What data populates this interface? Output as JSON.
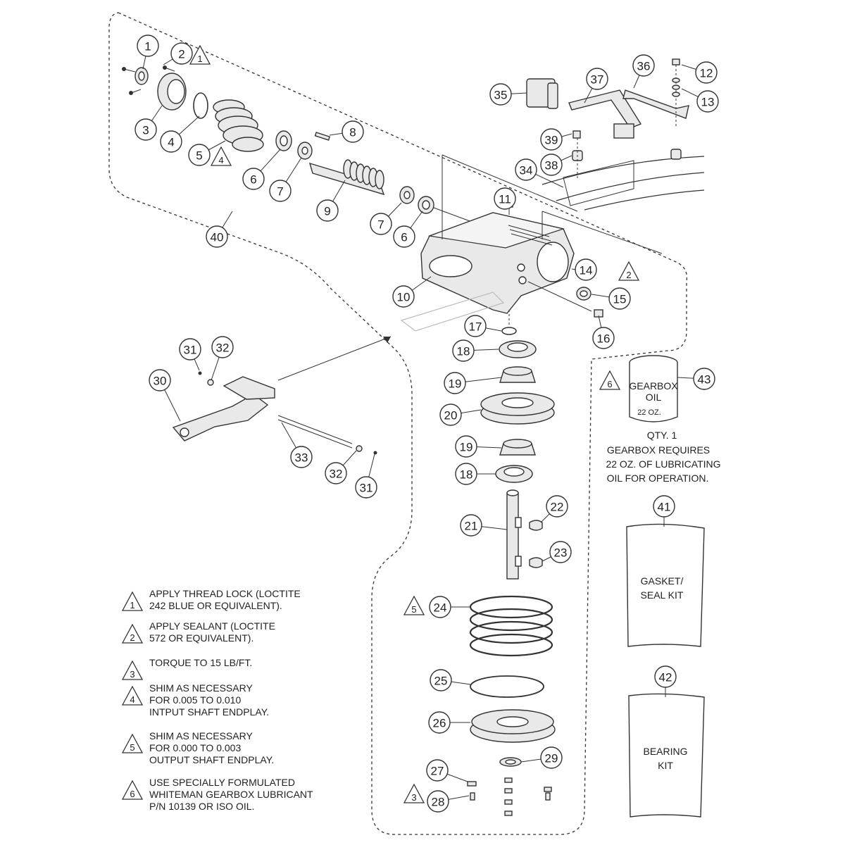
{
  "callouts": [
    {
      "n": "1"
    },
    {
      "n": "2"
    },
    {
      "n": "3"
    },
    {
      "n": "4"
    },
    {
      "n": "5"
    },
    {
      "n": "6"
    },
    {
      "n": "7"
    },
    {
      "n": "8"
    },
    {
      "n": "9"
    },
    {
      "n": "6"
    },
    {
      "n": "7"
    },
    {
      "n": "10"
    },
    {
      "n": "11"
    },
    {
      "n": "12"
    },
    {
      "n": "13"
    },
    {
      "n": "14"
    },
    {
      "n": "15"
    },
    {
      "n": "16"
    },
    {
      "n": "17"
    },
    {
      "n": "18"
    },
    {
      "n": "19"
    },
    {
      "n": "20"
    },
    {
      "n": "19"
    },
    {
      "n": "18"
    },
    {
      "n": "21"
    },
    {
      "n": "22"
    },
    {
      "n": "23"
    },
    {
      "n": "24"
    },
    {
      "n": "25"
    },
    {
      "n": "26"
    },
    {
      "n": "27"
    },
    {
      "n": "28"
    },
    {
      "n": "29"
    },
    {
      "n": "30"
    },
    {
      "n": "31"
    },
    {
      "n": "32"
    },
    {
      "n": "33"
    },
    {
      "n": "32"
    },
    {
      "n": "31"
    },
    {
      "n": "34"
    },
    {
      "n": "35"
    },
    {
      "n": "36"
    },
    {
      "n": "37"
    },
    {
      "n": "38"
    },
    {
      "n": "39"
    },
    {
      "n": "40"
    },
    {
      "n": "41"
    },
    {
      "n": "42"
    },
    {
      "n": "43"
    }
  ],
  "triangles": [
    {
      "n": "1"
    },
    {
      "n": "4"
    },
    {
      "n": "2"
    },
    {
      "n": "6"
    },
    {
      "n": "5"
    },
    {
      "n": "3"
    }
  ],
  "notes": [
    {
      "n": "1",
      "lines": [
        "APPLY THREAD LOCK (LOCTITE",
        "242 BLUE OR EQUIVALENT)."
      ]
    },
    {
      "n": "2",
      "lines": [
        "APPLY SEALANT (LOCTITE",
        "572 OR EQUIVALENT)."
      ]
    },
    {
      "n": "3",
      "lines": [
        "TORQUE TO 15 LB/FT."
      ]
    },
    {
      "n": "4",
      "lines": [
        "SHIM AS NECESSARY",
        "FOR 0.005 TO 0.010",
        "INTPUT SHAFT ENDPLAY."
      ]
    },
    {
      "n": "5",
      "lines": [
        "SHIM AS NECESSARY",
        "FOR 0.000 TO 0.003",
        "OUTPUT SHAFT ENDPLAY."
      ]
    },
    {
      "n": "6",
      "lines": [
        "USE SPECIALLY FORMULATED",
        "WHITEMAN GEARBOX LUBRICANT",
        "P/N 10139 OR ISO OIL."
      ]
    }
  ],
  "oil": {
    "can_line1": "GEARBOX",
    "can_line2": "OIL",
    "can_line3": "22 OZ.",
    "qty": "QTY. 1",
    "desc": [
      "GEARBOX REQUIRES",
      "22 OZ. OF LUBRICATING",
      "OIL FOR OPERATION."
    ]
  },
  "kits": {
    "gasket": [
      "GASKET/",
      "SEAL KIT"
    ],
    "bearing": [
      "BEARING",
      "KIT"
    ]
  }
}
